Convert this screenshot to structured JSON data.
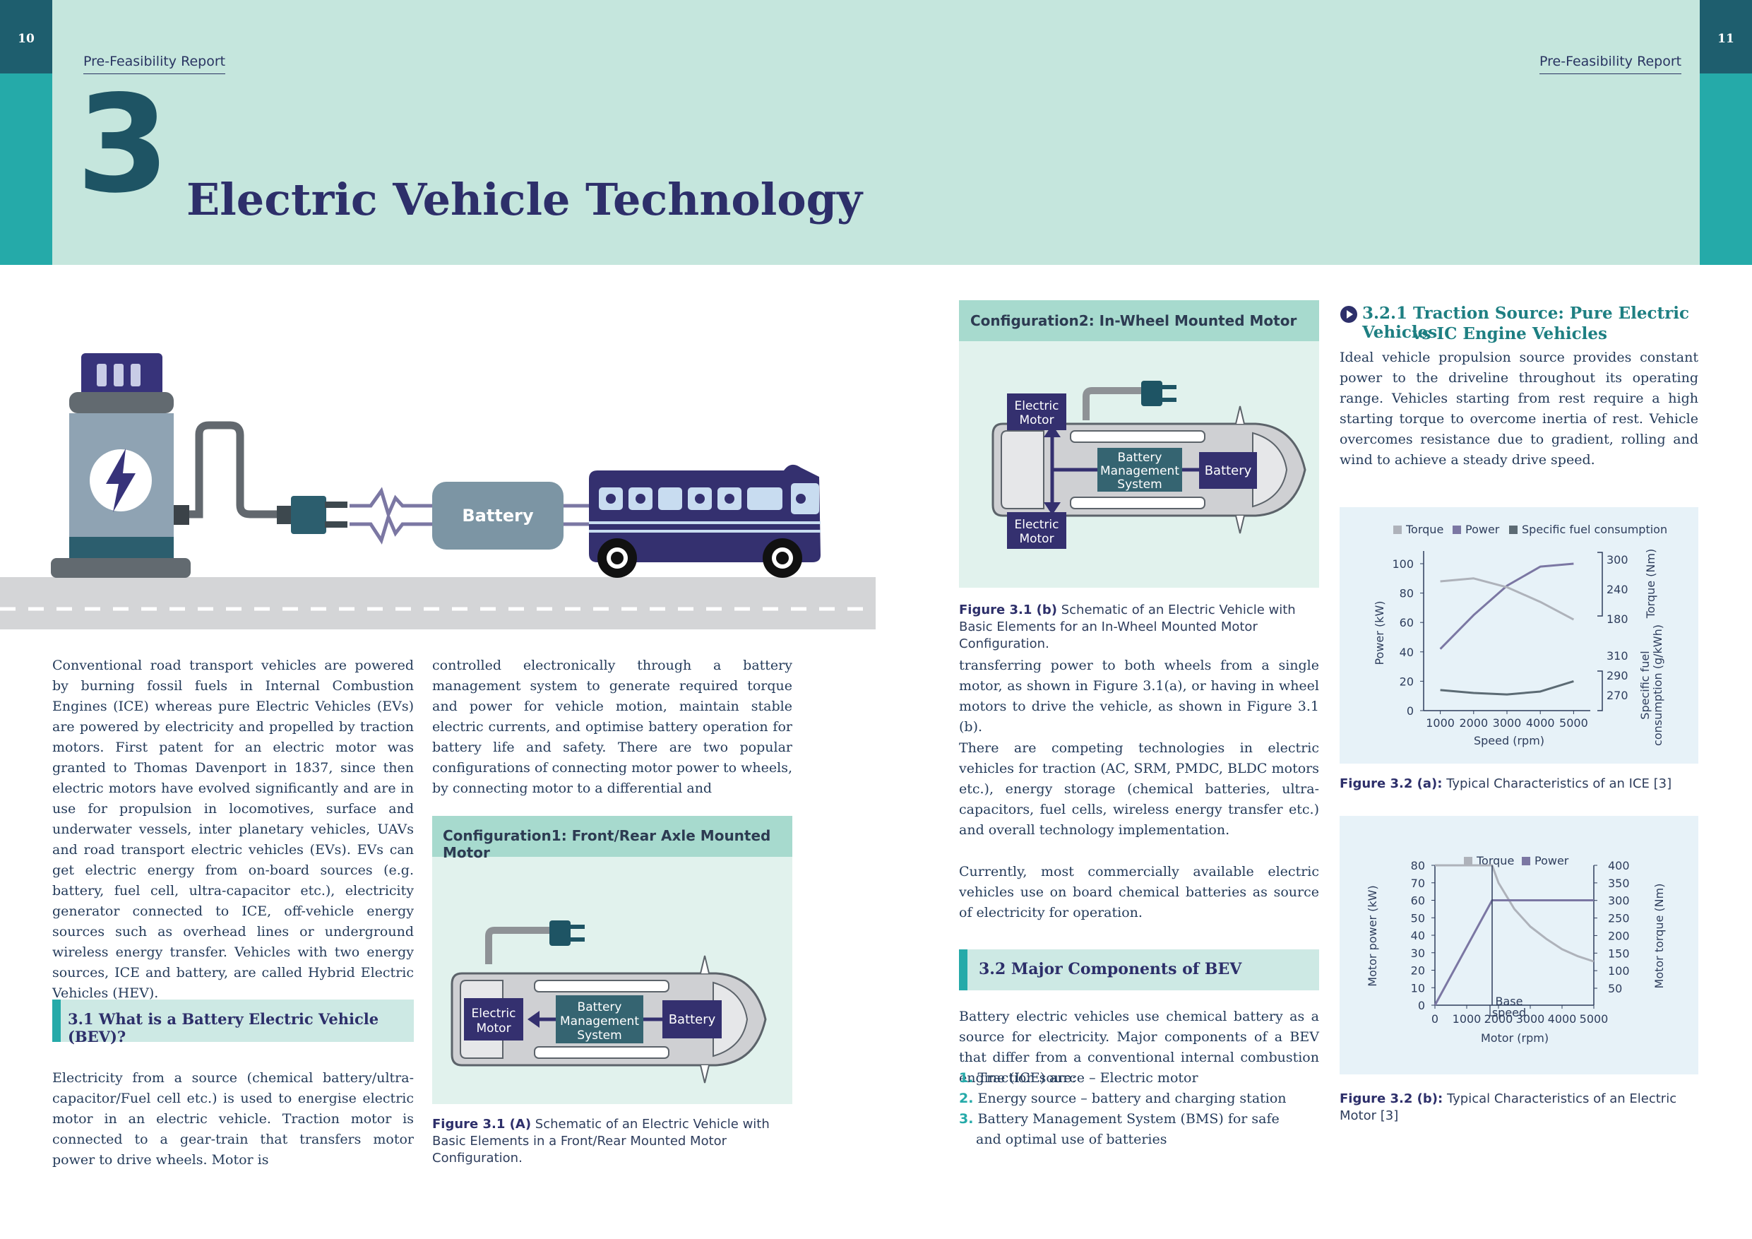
{
  "header": {
    "page_left": "10",
    "page_right": "11",
    "running_head_left": "Pre-Feasibility Report",
    "running_head_right": "Pre-Feasibility Report",
    "chapter_number": "3",
    "chapter_title": "Electric Vehicle Technology"
  },
  "hero": {
    "battery_label": "Battery"
  },
  "left": {
    "para1": "Conventional road transport vehicles are powered by burning fossil fuels in Internal Combustion Engines (ICE) whereas pure Electric Vehicles (EVs) are powered by electricity and propelled by traction motors. First patent for an electric motor was granted to Thomas Davenport in 1837, since then electric motors have evolved significantly and are in use for propulsion in locomotives, surface and underwater vessels, inter planetary vehicles, UAVs and road transport electric vehicles (EVs). EVs can get electric energy from on-board sources (e.g. battery, fuel cell, ultra-capacitor etc.), electricity generator connected to ICE, off-vehicle energy sources such as overhead lines or underground wireless energy transfer. Vehicles with two energy sources, ICE and battery, are called Hybrid Electric Vehicles (HEV).",
    "section_3_1": "3.1  What is a Battery Electric Vehicle (BEV)?",
    "para2": "Electricity from a source (chemical battery/ultra-capacitor/Fuel cell etc.) is used to energise electric motor in an electric vehicle. Traction motor is connected to a gear-train that transfers motor power to drive wheels. Motor is"
  },
  "mid": {
    "para1": "controlled electronically through a battery management system to generate required torque and power for vehicle motion, maintain stable electric currents, and optimise battery operation for battery life and safety.  There are two popular configurations of connecting motor power to wheels, by connecting motor to a differential and",
    "config1_title": "Configuration1: Front/Rear Axle Mounted Motor",
    "config1": {
      "motor": [
        "Electric",
        "Motor"
      ],
      "bms": [
        "Battery",
        "Management",
        "System"
      ],
      "battery": "Battery"
    },
    "fig_a_label": "Figure 3.1 (A)",
    "fig_a_text": " Schematic of an Electric Vehicle with Basic Elements in a Front/Rear Mounted Motor Configuration."
  },
  "right1": {
    "config2_title": "Configuration2: In-Wheel Mounted Motor",
    "config2": {
      "motor_top": [
        "Electric",
        "Motor"
      ],
      "motor_bottom": [
        "Electric",
        "Motor"
      ],
      "bms": [
        "Battery",
        "Management",
        "System"
      ],
      "battery": "Battery"
    },
    "fig_b_label": "Figure 3.1 (b)",
    "fig_b_text": " Schematic of an Electric Vehicle with Basic Elements for an In-Wheel Mounted Motor Configuration.",
    "para1": "transferring power to both wheels from a single motor, as shown in Figure 3.1(a), or having in wheel motors to drive the vehicle, as shown in Figure 3.1 (b).",
    "para2": "There are competing technologies in electric vehicles for traction (AC, SRM, PMDC, BLDC motors etc.), energy storage (chemical batteries, ultra-capacitors, fuel cells, wireless energy transfer etc.) and overall technology implementation.",
    "para3": "Currently, most commercially available electric vehicles use on board chemical batteries as source of electricity for operation.",
    "section_3_2": "3.2  Major Components of BEV",
    "para4": "Battery electric vehicles use chemical battery as a source for electricity. Major components of a BEV that differ from a conventional internal combustion engine (ICE) are:",
    "list": [
      {
        "num": "1.",
        "text": "Traction source – Electric motor"
      },
      {
        "num": "2.",
        "text": "Energy source – battery and charging station"
      },
      {
        "num": "3.",
        "text": "Battery Management System (BMS) for safe",
        "cont": "and optimal use of batteries"
      }
    ]
  },
  "right2": {
    "section_3_2_1_line1": "3.2.1 Traction Source: Pure Electric Vehicles",
    "section_3_2_1_line2": "vs IC Engine Vehicles",
    "para1": "Ideal vehicle propulsion source provides constant power to the driveline throughout its operating range. Vehicles starting from rest require a high starting torque to overcome inertia of rest. Vehicle overcomes resistance due to gradient, rolling and wind to achieve a steady drive speed.",
    "fig_a_label": "Figure 3.2 (a):",
    "fig_a_text": " Typical Characteristics of an ICE [3]",
    "fig_b_label": "Figure 3.2 (b):",
    "fig_b_text": " Typical Characteristics of an Electric Motor [3]"
  },
  "chart_data": [
    {
      "type": "line",
      "legend": [
        "Torque",
        "Power",
        "Specific fuel consumption"
      ],
      "xlabel": "Speed (rpm)",
      "ylabel": "Power (kW)",
      "y2label": "Torque (Nm)",
      "y3label": "Specific fuel consumption (g/kWh)",
      "x_ticks": [
        "1000",
        "2000",
        "3000",
        "4000",
        "5000"
      ],
      "y_ticks": [
        "0",
        "20",
        "40",
        "60",
        "80",
        "100"
      ],
      "y2_ticks": [
        "300",
        "240",
        "180"
      ],
      "y3_ticks": [
        "310",
        "290",
        "270"
      ],
      "xlim": [
        500,
        5500
      ],
      "ylim": [
        0,
        100
      ],
      "series": [
        {
          "name": "Power",
          "x": [
            1000,
            2000,
            3000,
            4000,
            5000
          ],
          "y": [
            42,
            65,
            85,
            98,
            100
          ]
        },
        {
          "name": "Torque",
          "x": [
            1000,
            2000,
            3000,
            4000,
            5000
          ],
          "y": [
            88,
            90,
            84,
            74,
            62
          ]
        },
        {
          "name": "Specific fuel consumption",
          "x": [
            1000,
            2000,
            3000,
            4000,
            5000
          ],
          "y": [
            14,
            12,
            11,
            13,
            20
          ]
        }
      ],
      "colors": {
        "Torque": "#aeb2ba",
        "Power": "#7b77a3",
        "Specific fuel consumption": "#5c6b74"
      }
    },
    {
      "type": "line",
      "legend": [
        "Torque",
        "Power"
      ],
      "xlabel": "Motor (rpm)",
      "ylabel": "Motor power (kW)",
      "y2label": "Motor torque (Nm)",
      "x_ticks": [
        "0",
        "1000",
        "2000",
        "3000",
        "4000",
        "5000"
      ],
      "y_ticks": [
        "0",
        "10",
        "20",
        "30",
        "40",
        "50",
        "60",
        "70",
        "80"
      ],
      "y2_ticks": [
        "50",
        "100",
        "150",
        "200",
        "250",
        "300",
        "350",
        "400"
      ],
      "annotation": "Base speed",
      "xlim": [
        0,
        5000
      ],
      "ylim": [
        0,
        80
      ],
      "series": [
        {
          "name": "Torque",
          "x": [
            0,
            1800,
            2000,
            2500,
            3000,
            3500,
            4000,
            4500,
            5000
          ],
          "y": [
            80,
            80,
            70,
            55,
            45,
            38,
            32,
            28,
            25
          ]
        },
        {
          "name": "Power",
          "x": [
            0,
            1800,
            5000
          ],
          "y": [
            0,
            60,
            60
          ]
        }
      ],
      "colors": {
        "Torque": "#aeb2ba",
        "Power": "#7b77a3"
      }
    }
  ]
}
